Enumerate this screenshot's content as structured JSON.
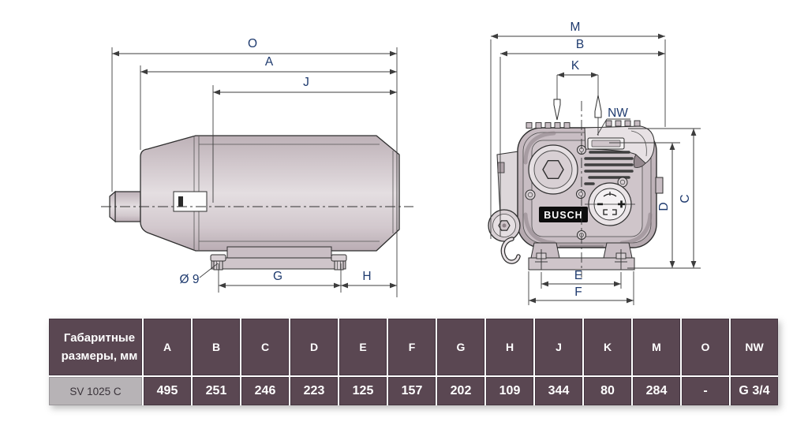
{
  "drawing": {
    "dims": {
      "o": "O",
      "a": "A",
      "j": "J",
      "g": "G",
      "h": "H",
      "dia9": "Ø 9",
      "m": "M",
      "b": "B",
      "k": "K",
      "nw": "NW",
      "c": "C",
      "d": "D",
      "e": "E",
      "f": "F"
    },
    "logo": "BUSCH"
  },
  "table": {
    "header_line1": "Габаритные",
    "header_line2": "размеры, мм",
    "columns": [
      "A",
      "B",
      "C",
      "D",
      "E",
      "F",
      "G",
      "H",
      "J",
      "K",
      "M",
      "O",
      "NW"
    ],
    "rows": [
      {
        "label": "SV 1025 C",
        "values": [
          "495",
          "251",
          "246",
          "223",
          "125",
          "157",
          "202",
          "109",
          "344",
          "80",
          "284",
          "-",
          "G 3/4"
        ]
      }
    ]
  },
  "colors": {
    "table_header_bg": "#5a4752",
    "row_label_bg": "#b7b3b6",
    "dim_label": "#1e3a6e",
    "pump_body_fill": "#cfc5ca",
    "line_color": "#2e2e2e"
  }
}
